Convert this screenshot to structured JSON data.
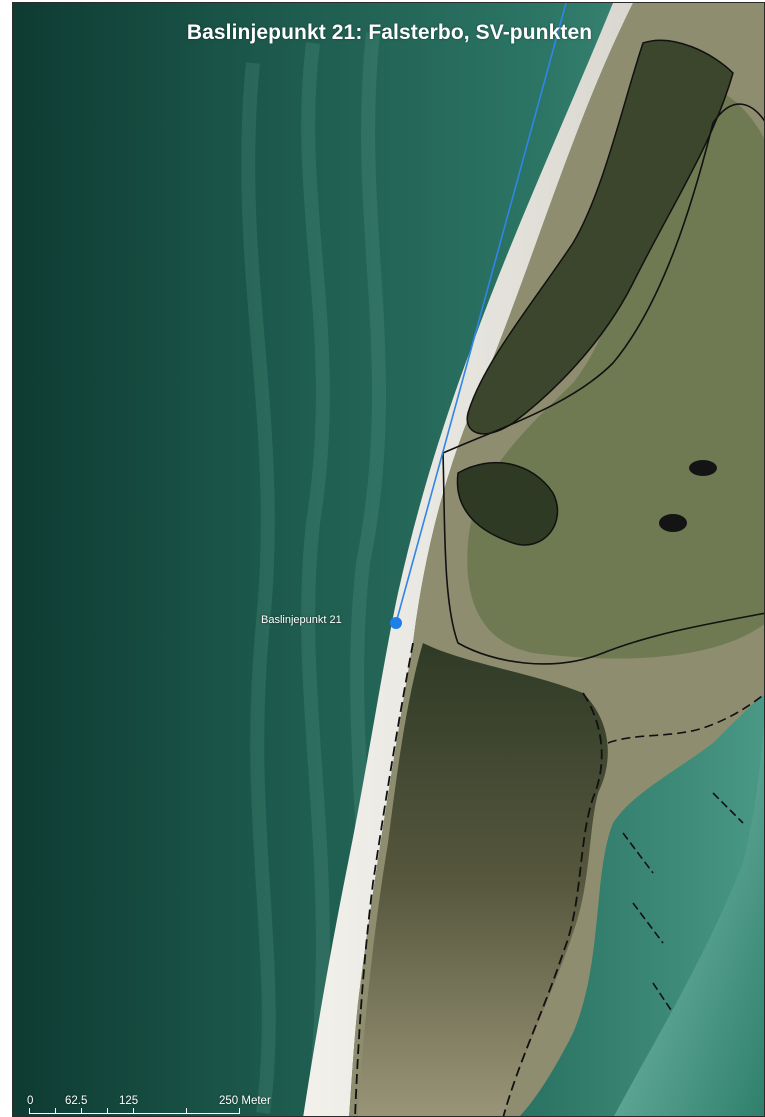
{
  "map": {
    "title": "Baslinjepunkt 21: Falsterbo, SV-punkten",
    "point": {
      "label": "Baslinjepunkt 21",
      "color": "#1e7fe6"
    },
    "baseline_color": "#2f86e8",
    "colors": {
      "sea_dark": "#0f3f35",
      "sea_light": "#3f8f7e",
      "sand": "#e8e6df",
      "land": "#8b8a6e",
      "marsh": "#3f4a2f",
      "outline": "#111111"
    },
    "scale": {
      "labels": [
        "0",
        "62.5",
        "125",
        "250 Meter"
      ]
    }
  }
}
